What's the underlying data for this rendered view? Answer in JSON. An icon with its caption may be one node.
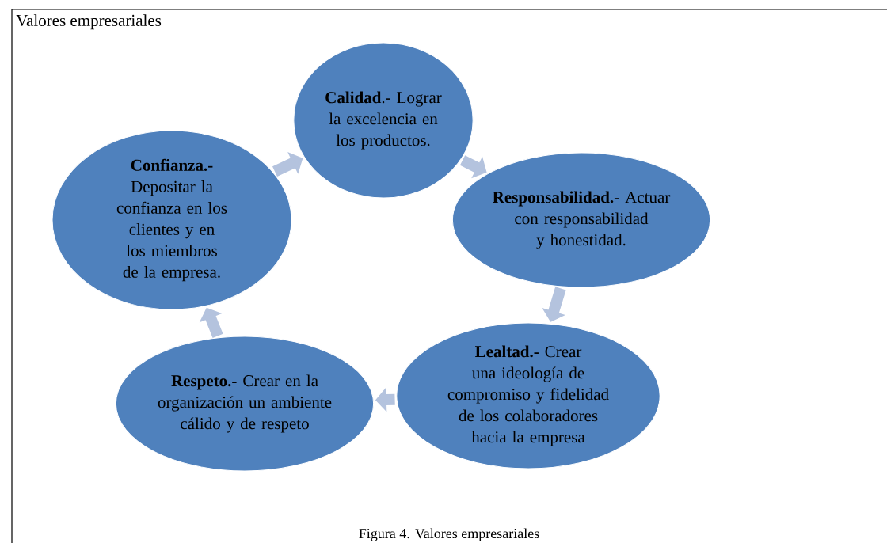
{
  "diagram": {
    "title": "Valores empresariales",
    "caption": "Figura 4. Valores empresariales",
    "nodes": [
      {
        "text": [
          "**Calidad**.- Lograr la excelencia en los productos."
        ]
      },
      {
        "text": [
          "**Responsabilidad.-** Actuar con responsabilidad y honestidad."
        ]
      },
      {
        "text": [
          "**Lealtad.-** Crear una ideología de compromiso y fidelidad de los colaboradores hacia la empresa"
        ]
      },
      {
        "text": [
          "**Respeto.-** Crear en la organización un ambiente cálido y de respeto"
        ]
      },
      {
        "text": [
          "**Confianza.-** Depositar la confianza en los clientes y en los miembros de la empresa."
        ]
      }
    ],
    "edges": [
      {
        "from": 0,
        "to": 1,
        "arrow": "to"
      },
      {
        "from": 1,
        "to": 2,
        "arrow": "to"
      },
      {
        "from": 2,
        "to": 3,
        "arrow": "to"
      },
      {
        "from": 3,
        "to": 4,
        "arrow": "to"
      },
      {
        "from": 4,
        "to": 0,
        "arrow": "to"
      }
    ]
  }
}
